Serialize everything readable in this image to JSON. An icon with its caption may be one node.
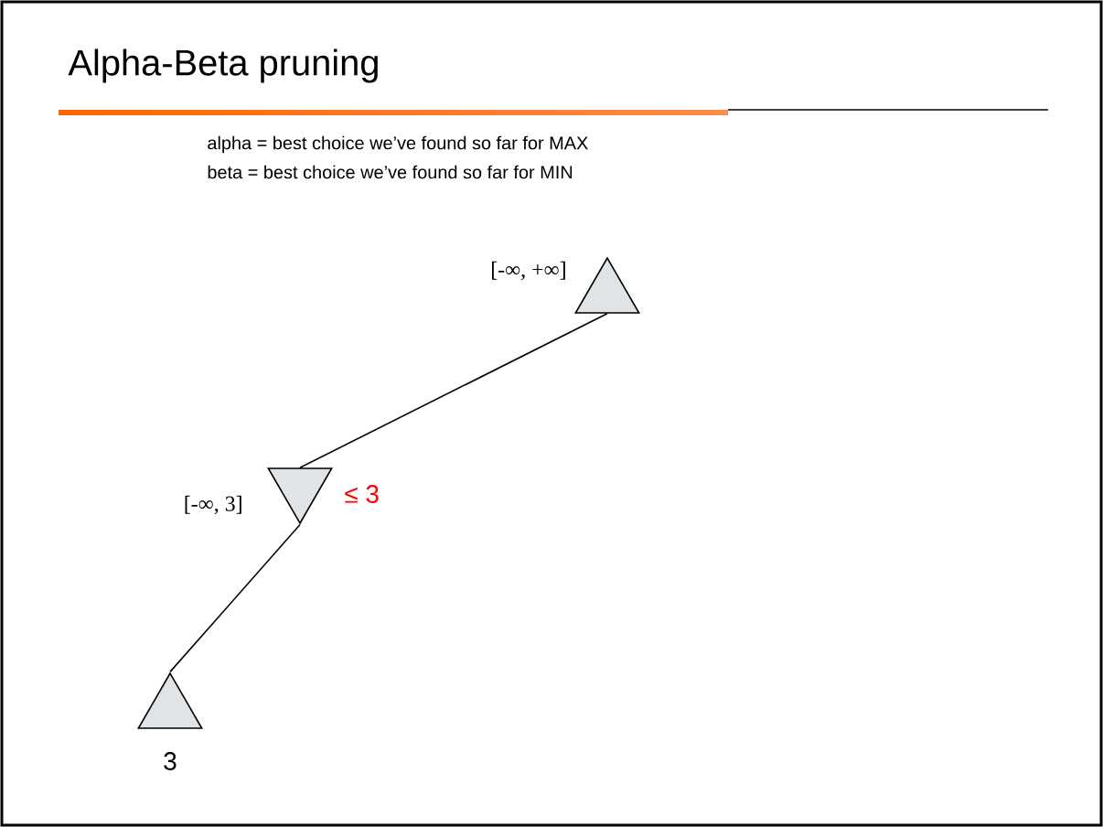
{
  "diagram": {
    "title": "Alpha-Beta pruning",
    "nodes": [
      {
        "text": [],
        "shape": "triangle",
        "beside": [
          "[-∞, +∞]"
        ]
      },
      {
        "text": [],
        "shape": "triangle",
        "beside": [
          "≤ 3",
          "[-∞, 3]"
        ]
      },
      {
        "text": [],
        "shape": "triangle",
        "beside": [
          "3"
        ]
      }
    ],
    "edges": [
      {
        "from": 0,
        "to": 1,
        "arrow": "none"
      },
      {
        "from": 1,
        "to": 2,
        "arrow": "none"
      }
    ],
    "labels": [
      "alpha = best choice we’ve found so far for MAX",
      "beta = best choice we’ve found so far for MIN"
    ]
  }
}
